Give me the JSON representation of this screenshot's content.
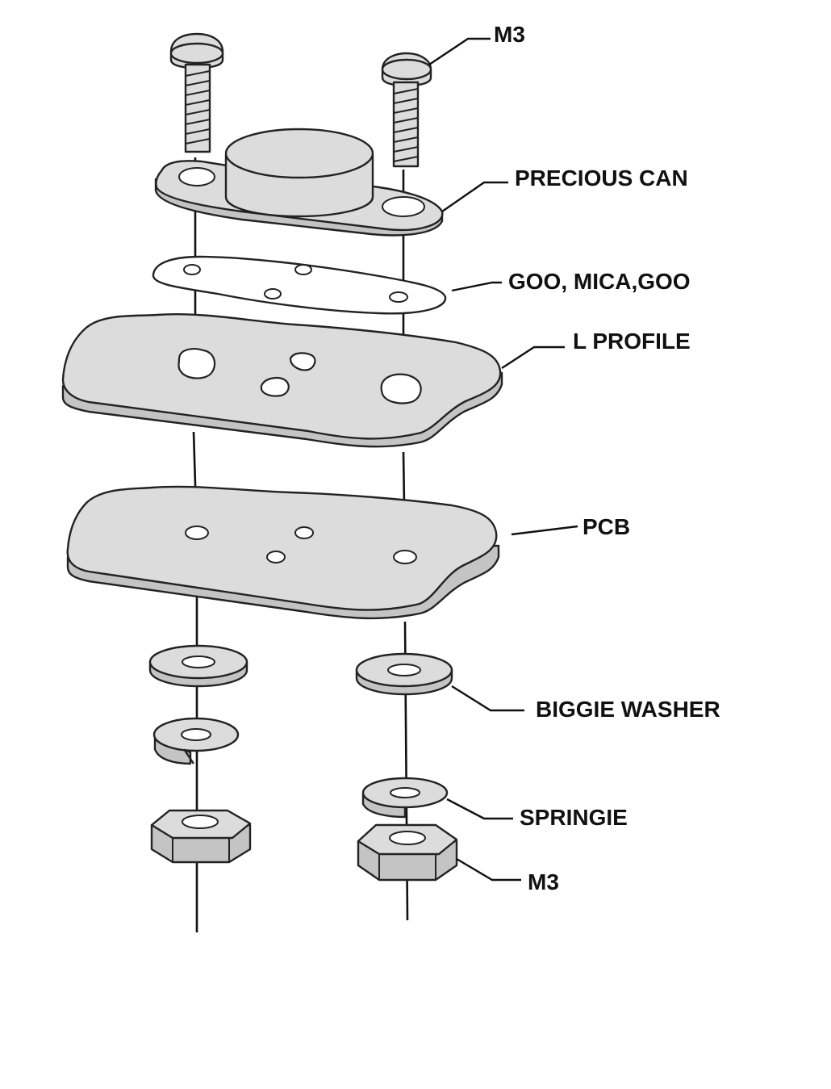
{
  "labels": {
    "screw": "M3",
    "can": "PRECIOUS CAN",
    "insulator": "GOO, MICA,GOO",
    "profile": "L PROFILE",
    "pcb": "PCB",
    "washer": "BIGGIE WASHER",
    "spring_washer": "SPRINGIE",
    "nut": "M3"
  }
}
